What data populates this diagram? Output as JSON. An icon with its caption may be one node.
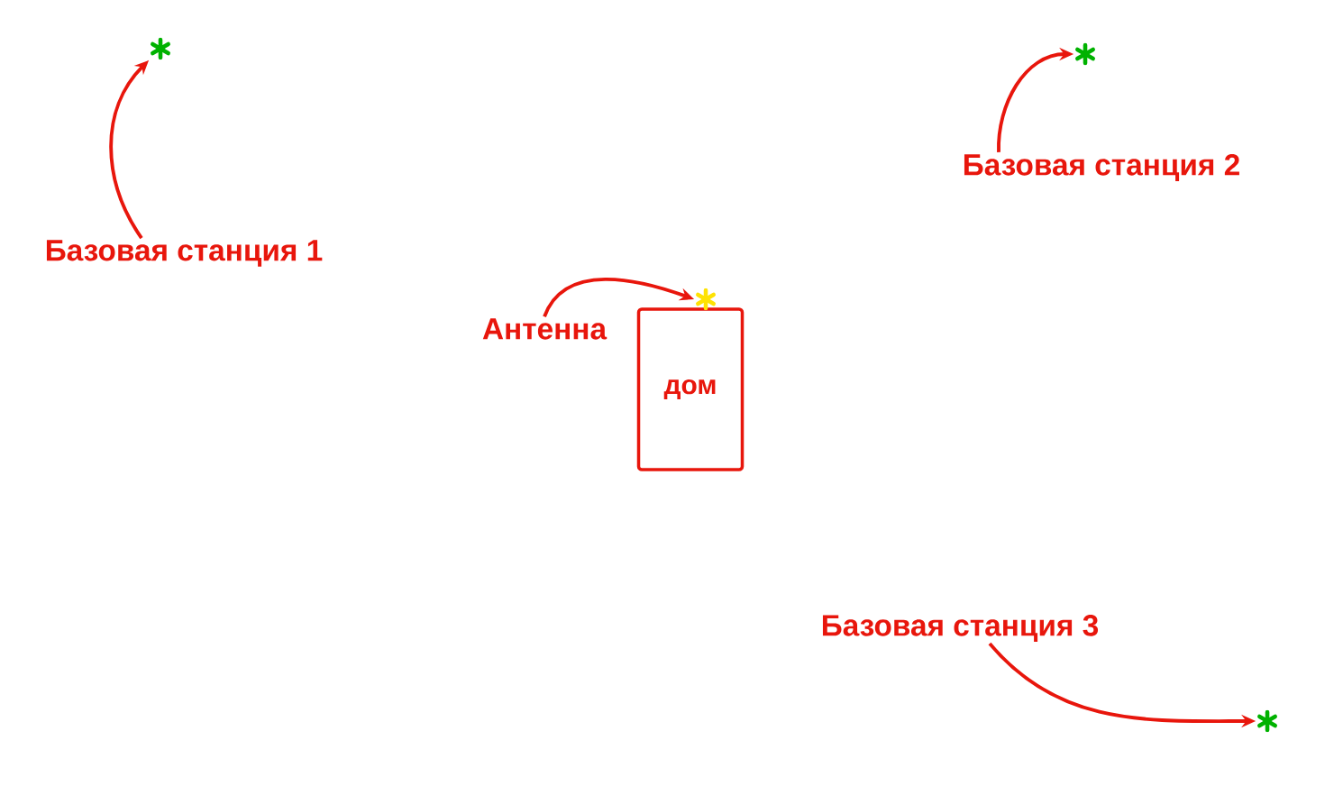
{
  "diagram": {
    "nodes": [
      {
        "text": [
          "Базовая станция 1"
        ]
      },
      {
        "text": [],
        "shape": "asterisk"
      },
      {
        "text": [
          "Базовая станция 2"
        ]
      },
      {
        "text": [],
        "shape": "asterisk"
      },
      {
        "text": [
          "Антенна"
        ]
      },
      {
        "text": [
          "дом"
        ]
      },
      {
        "text": [],
        "shape": "asterisk"
      },
      {
        "text": [
          "Базовая станция 3"
        ]
      },
      {
        "text": [],
        "shape": "asterisk"
      }
    ],
    "edges": [
      {
        "from": 0,
        "to": 1,
        "arrow": "to"
      },
      {
        "from": 2,
        "to": 3,
        "arrow": "to"
      },
      {
        "from": 4,
        "to": 6,
        "arrow": "to"
      },
      {
        "from": 7,
        "to": 8,
        "arrow": "to"
      }
    ]
  }
}
